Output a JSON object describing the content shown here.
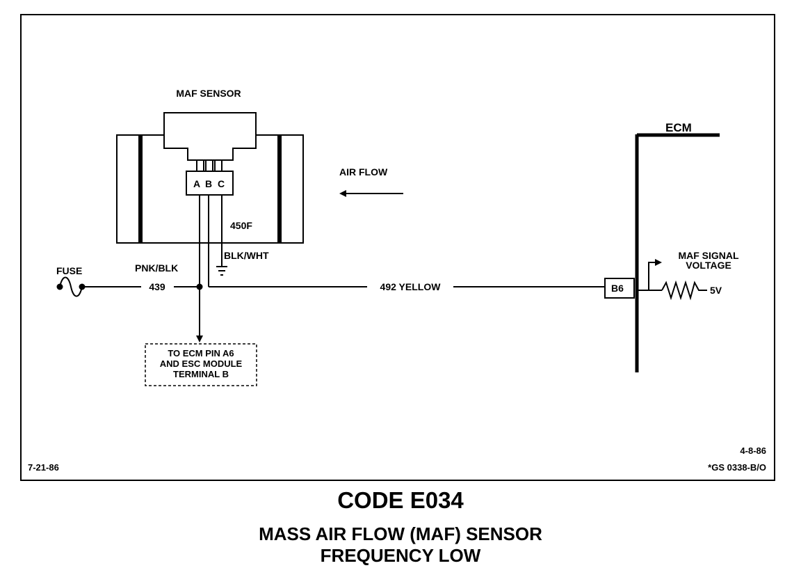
{
  "diagram": {
    "maf_sensor_label": "MAF SENSOR",
    "pin_a": "A",
    "pin_b": "B",
    "pin_c": "C",
    "wire_450f": "450F",
    "air_flow_label": "AIR FLOW",
    "ecm_label": "ECM",
    "maf_signal_line1": "MAF SIGNAL",
    "maf_signal_line2": "VOLTAGE",
    "fuse_label": "FUSE",
    "pnk_blk_label": "PNK/BLK",
    "wire_439": "439",
    "blk_wht_label": "BLK/WHT",
    "wire_492": "492 YELLOW",
    "pin_b6": "B6",
    "voltage_5v": "5V",
    "note_line1": "TO ECM PIN A6",
    "note_line2": "AND ESC MODULE",
    "note_line3": "TERMINAL B",
    "date_left": "7-21-86",
    "date_right": "4-8-86",
    "ref_code": "*GS 0338-B/O"
  },
  "caption": {
    "title": "CODE E034",
    "line1": "MASS AIR FLOW (MAF) SENSOR",
    "line2": "FREQUENCY LOW"
  }
}
